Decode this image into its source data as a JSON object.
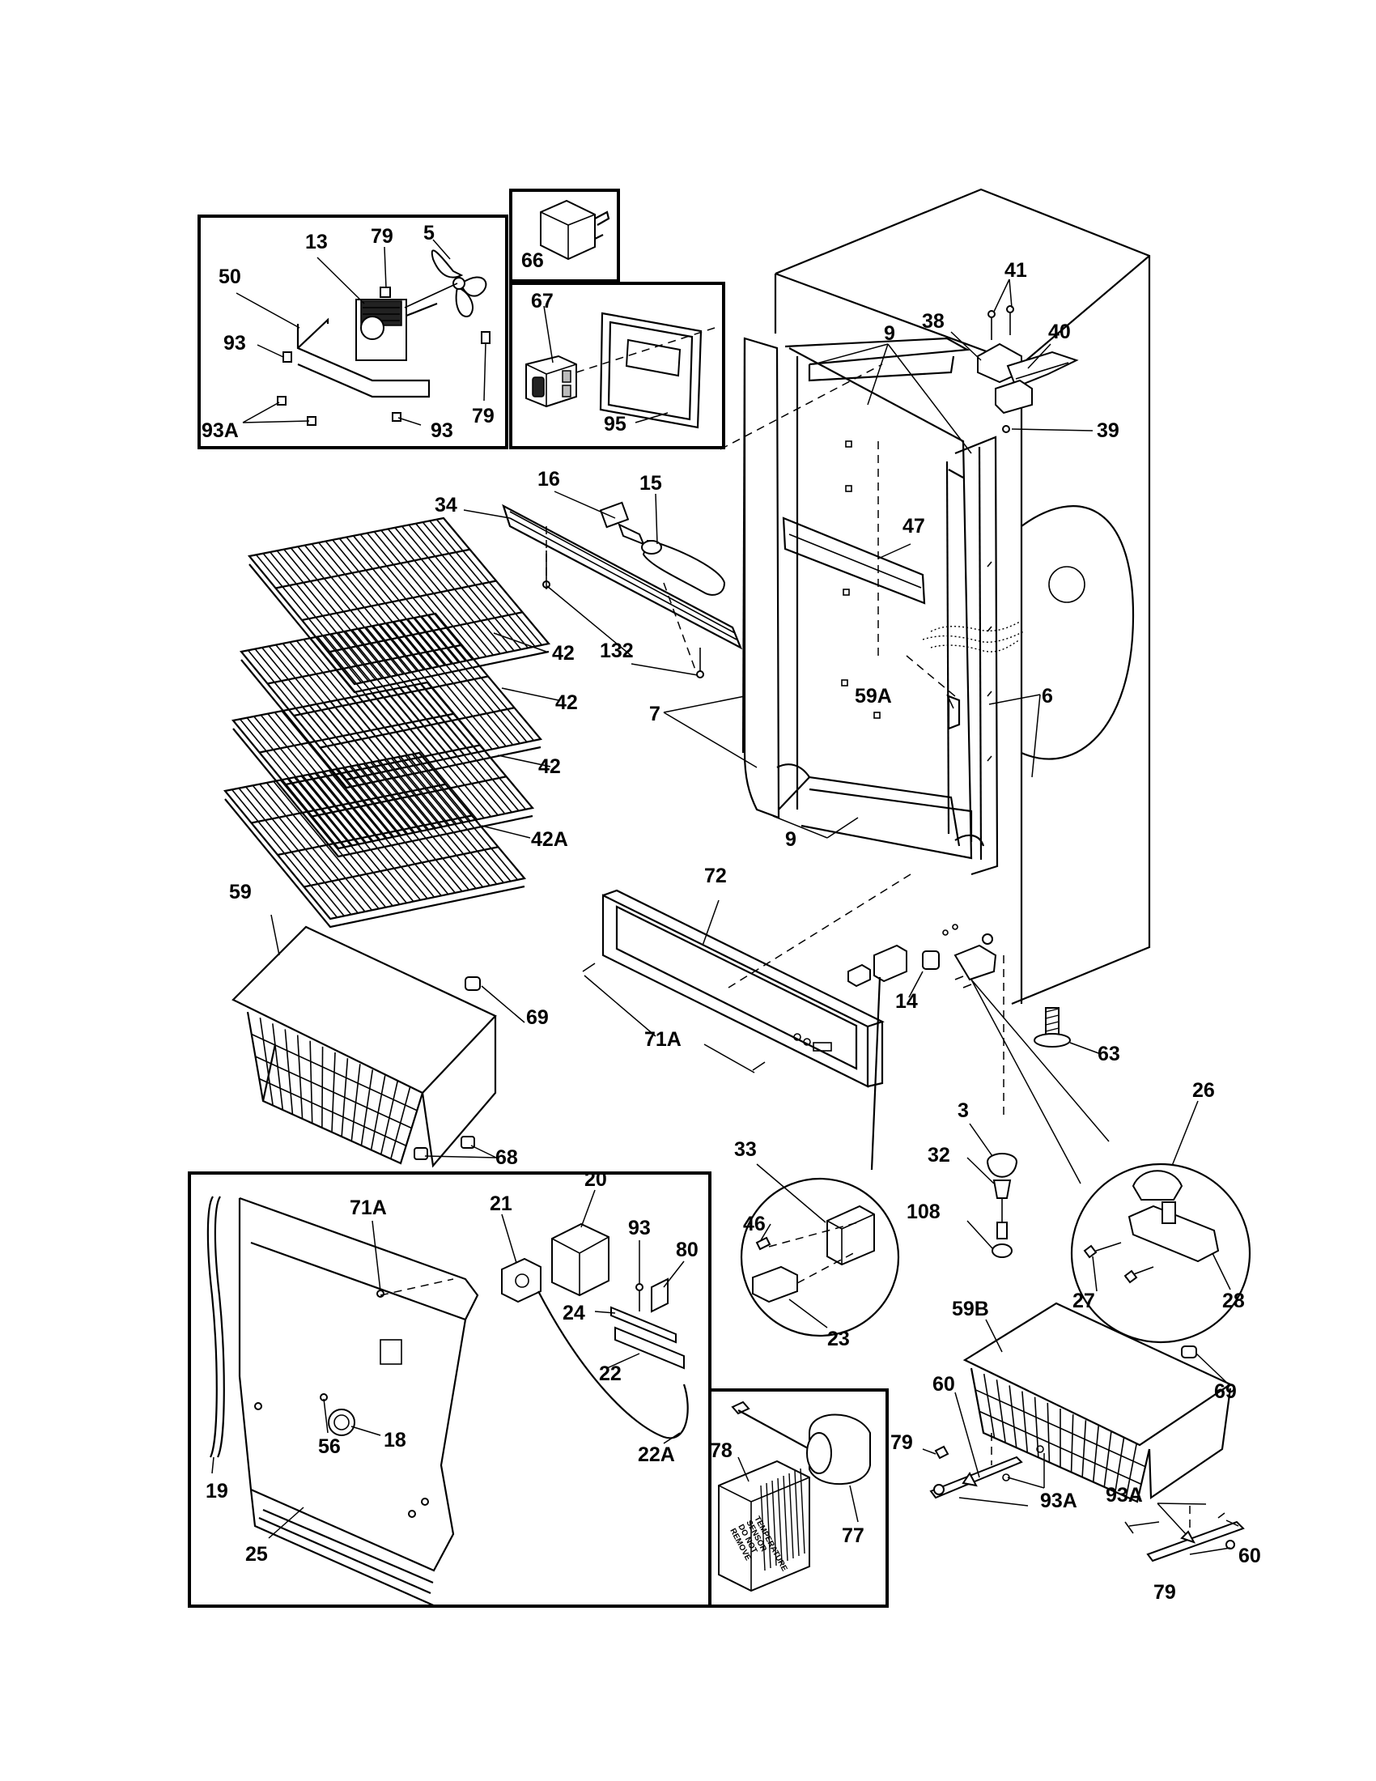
{
  "labels": {
    "l13": "13",
    "l79a": "79",
    "l5": "5",
    "l50": "50",
    "l93a": "93",
    "l79b": "79",
    "l93A_a": "93A",
    "l93b": "93",
    "l66": "66",
    "l67": "67",
    "l95": "95",
    "l41": "41",
    "l9a": "9",
    "l38": "38",
    "l40": "40",
    "l39": "39",
    "l16": "16",
    "l15": "15",
    "l34": "34",
    "l47": "47",
    "l132": "132",
    "l42a": "42",
    "l42b": "42",
    "l42c": "42",
    "l42A": "42A",
    "l59A": "59A",
    "l6": "6",
    "l7": "7",
    "l9b": "9",
    "l72": "72",
    "l59": "59",
    "l69a": "69",
    "l71A_a": "71A",
    "l14": "14",
    "l63": "63",
    "l68": "68",
    "l3": "3",
    "l26": "26",
    "l33": "33",
    "l32": "32",
    "l71A_b": "71A",
    "l21": "21",
    "l20": "20",
    "l93c": "93",
    "l80": "80",
    "l46": "46",
    "l108": "108",
    "l24": "24",
    "l22": "22",
    "l23": "23",
    "l27": "27",
    "l28": "28",
    "l59B": "59B",
    "l18": "18",
    "l56": "56",
    "l22A": "22A",
    "l69b": "69",
    "l60a": "60",
    "l79c": "79",
    "l78": "78",
    "l93A_b": "93A",
    "l93A_c": "93A",
    "l77": "77",
    "l19": "19",
    "l25": "25",
    "l60b": "60",
    "l79d": "79"
  },
  "seal_text": [
    "TEMPERATURE",
    "SENSOR",
    "DO NOT",
    "REMOVE"
  ]
}
